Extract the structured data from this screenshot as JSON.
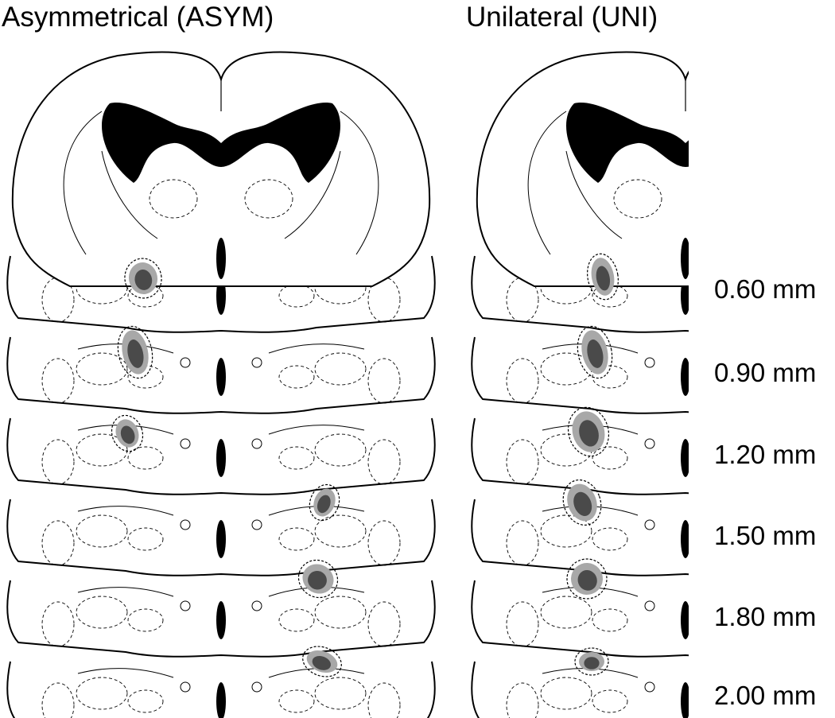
{
  "panels": [
    {
      "title": "Asymmetrical (ASYM)"
    },
    {
      "title": "Unilateral (UNI)"
    }
  ],
  "depths": [
    "0.60 mm",
    "0.90 mm",
    "1.20 mm",
    "1.50 mm",
    "1.80 mm",
    "2.00 mm"
  ],
  "colors": {
    "lesion_outer": "#a8a8a8",
    "lesion_core": "#4a4a4a",
    "ventricle": "#000000",
    "outline": "#000000",
    "background": "#ffffff"
  }
}
